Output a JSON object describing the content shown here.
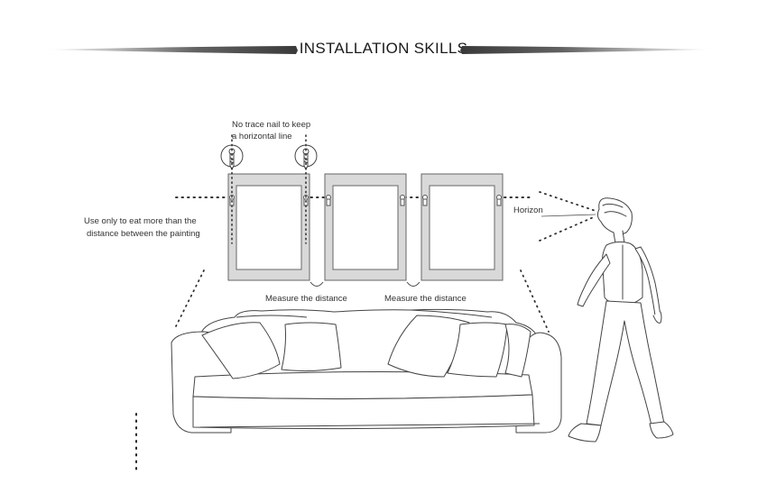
{
  "title": "INSTALLATION  SKILLS",
  "labels": {
    "nail_line1": "No trace nail to keep",
    "nail_line2": "a horizontal line",
    "left_line1": "Use only to eat more than the",
    "left_line2": "distance between the painting",
    "measure_1": "Measure the distance",
    "measure_2": "Measure the distance",
    "horizon": "Horizon"
  },
  "colors": {
    "ink": "#333333",
    "frame_fill": "#d9d9d9",
    "banner": "#3a3a3a"
  }
}
